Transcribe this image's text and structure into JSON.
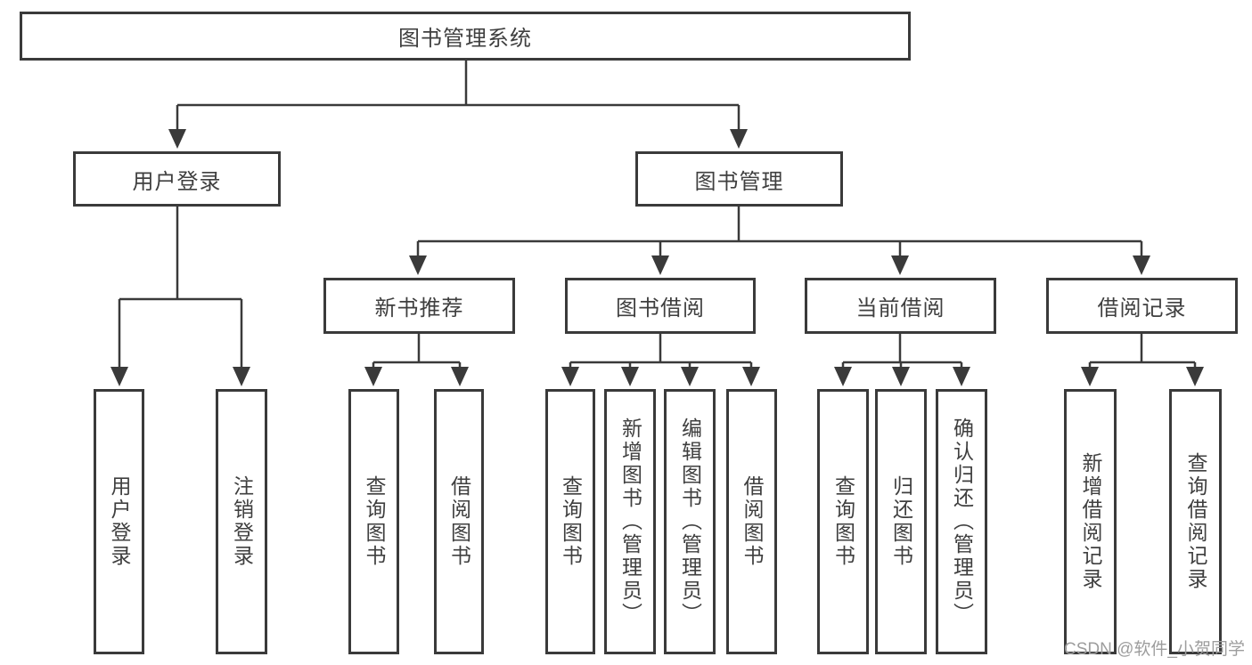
{
  "diagram_type": "hierarchy-tree",
  "tree": {
    "label": "图书管理系统",
    "children": [
      {
        "label": "用户登录",
        "children": [
          {
            "label": "用户登录"
          },
          {
            "label": "注销登录"
          }
        ]
      },
      {
        "label": "图书管理",
        "children": [
          {
            "label": "新书推荐",
            "children": [
              {
                "label": "查询图书"
              },
              {
                "label": "借阅图书"
              }
            ]
          },
          {
            "label": "图书借阅",
            "children": [
              {
                "label": "查询图书"
              },
              {
                "label": "新增图书（管理员）"
              },
              {
                "label": "编辑图书（管理员）"
              },
              {
                "label": "借阅图书"
              }
            ]
          },
          {
            "label": "当前借阅",
            "children": [
              {
                "label": "查询图书"
              },
              {
                "label": "归还图书"
              },
              {
                "label": "确认归还（管理员）"
              }
            ]
          },
          {
            "label": "借阅记录",
            "children": [
              {
                "label": "新增借阅记录"
              },
              {
                "label": "查询借阅记录"
              }
            ]
          }
        ]
      }
    ]
  },
  "watermark": {
    "text": "CSDN @软件_小贺同学"
  },
  "colors": {
    "line": "#3a3a3a",
    "box_border": "#3a3a3a",
    "text": "#3f3f3f",
    "watermark": "#9d9d9d",
    "background": "#ffffff"
  }
}
